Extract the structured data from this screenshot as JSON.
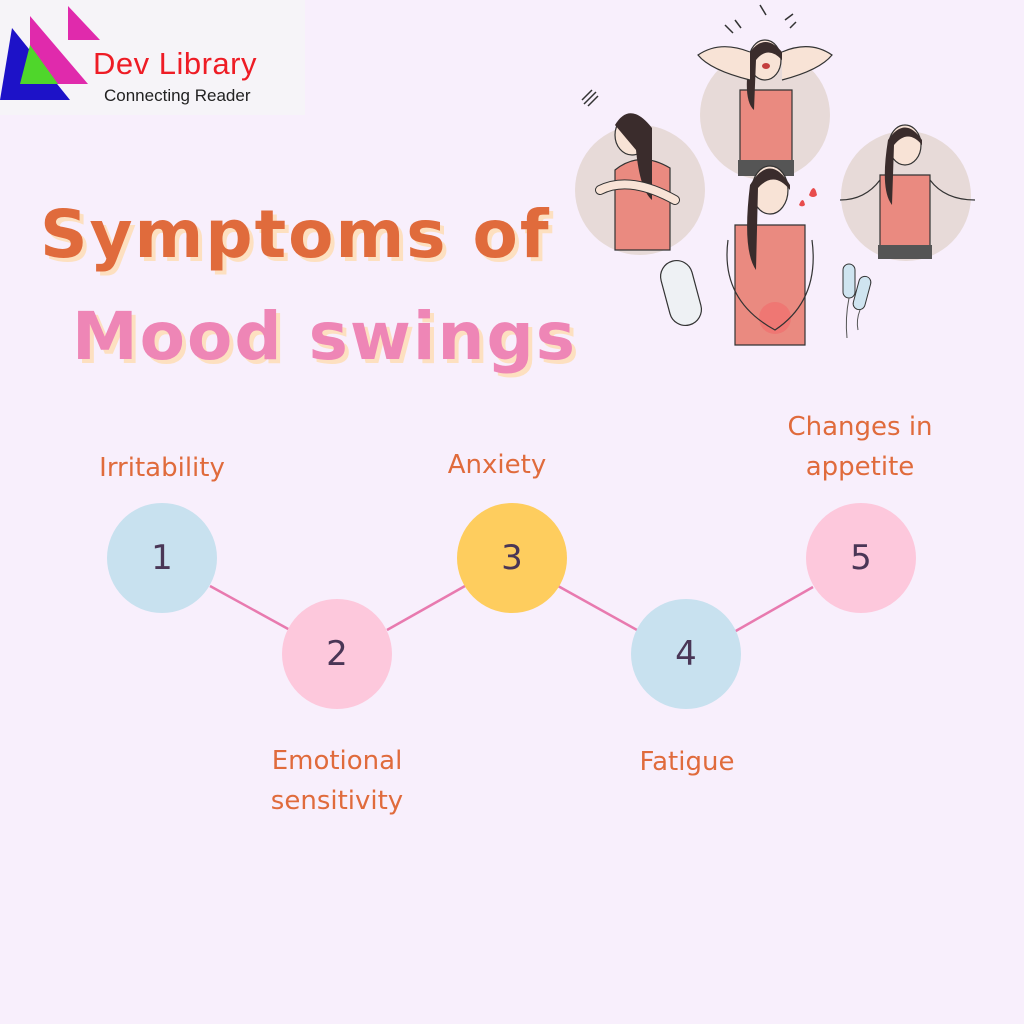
{
  "logo": {
    "title": "Dev Library",
    "subtitle": "Connecting Reader",
    "colors": {
      "title": "#ee1c25",
      "triangle_magenta": "#e02aac",
      "triangle_blue": "#1d12c8",
      "triangle_green": "#4fd62b"
    }
  },
  "heading": {
    "line1": "Symptoms of",
    "line2": "Mood swings",
    "colors": {
      "line1": "#e06b3c",
      "line2": "#ee86b6",
      "shadow": "#fde0c0"
    }
  },
  "illustration": {
    "description": "Woman experiencing mood swing symptoms (four poses)",
    "icons": [
      "hugging-self-woman",
      "stressed-hands-on-head-woman",
      "frustrated-shrugging-woman",
      "cramps-woman",
      "sanitary-pad-icon",
      "tampon-icon",
      "blood-drop-icon"
    ]
  },
  "steps": [
    {
      "number": "1",
      "label": "Irritability",
      "color": "#c8e1ef"
    },
    {
      "number": "2",
      "label": "Emotional\nsensitivity",
      "label_lines": [
        "Emotional",
        "sensitivity"
      ],
      "color": "#fdc8dc"
    },
    {
      "number": "3",
      "label": "Anxiety",
      "color": "#fecd5e"
    },
    {
      "number": "4",
      "label": "Fatigue",
      "color": "#c8e1ef"
    },
    {
      "number": "5",
      "label": "Changes in\nappetite",
      "label_lines": [
        "Changes in",
        "appetite"
      ],
      "color": "#fdc8dc"
    }
  ],
  "colors": {
    "background": "#f8effc",
    "connector": "#e87aaf",
    "number_text": "#4a3656",
    "label_text": "#e06b3c"
  }
}
